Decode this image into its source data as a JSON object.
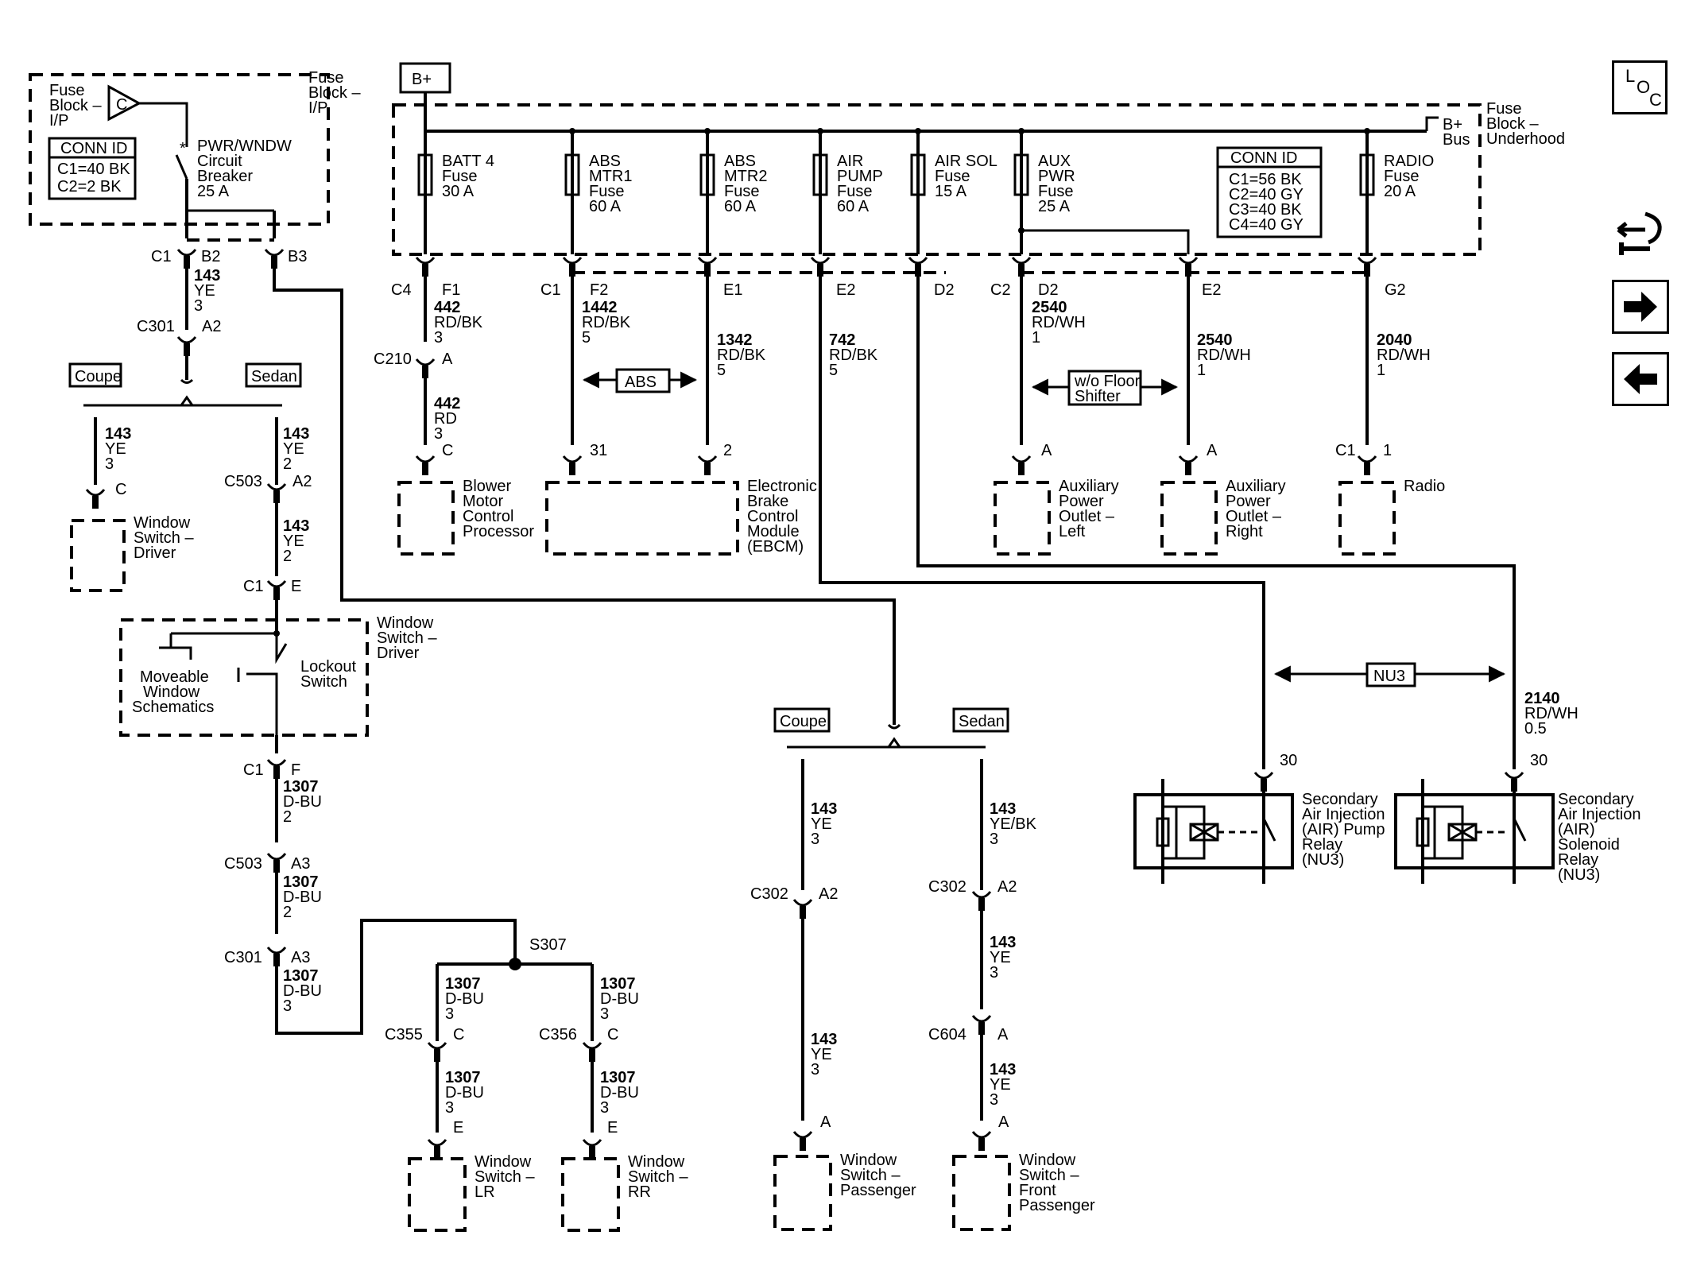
{
  "buttons": {
    "loc": "LOC",
    "loc_l": "L",
    "loc_o": "O",
    "loc_c": "C",
    "tools": "tools-icon",
    "forward": "arrow-right-icon",
    "back": "arrow-left-icon"
  },
  "ip_block": {
    "title1": "Fuse",
    "title2": "Block –",
    "title3": "I/P",
    "left1": "Fuse",
    "left2": "Block –",
    "left3": "I/P",
    "c_label": "C",
    "conn_title": "CONN ID",
    "c1": "C1=40 BK",
    "c2": "C2=2 BK",
    "breaker1": "PWR/WNDW",
    "breaker2": "Circuit",
    "breaker3": "Breaker",
    "breaker4": "25 A"
  },
  "bplus": "B+",
  "underhood": {
    "title1": "Fuse",
    "title2": "Block –",
    "title3": "Underhood",
    "bus1": "B+",
    "bus2": "Bus",
    "conn_title": "CONN ID",
    "c1": "C1=56 BK",
    "c2": "C2=40 GY",
    "c3": "C3=40 BK",
    "c4": "C4=40 GY",
    "fuses": [
      {
        "l1": "BATT 4",
        "l2": "Fuse",
        "l3": "30 A"
      },
      {
        "l1": "ABS",
        "l2": "MTR1",
        "l3": "Fuse",
        "l4": "60 A"
      },
      {
        "l1": "ABS",
        "l2": "MTR2",
        "l3": "Fuse",
        "l4": "60 A"
      },
      {
        "l1": "AIR",
        "l2": "PUMP",
        "l3": "Fuse",
        "l4": "60 A"
      },
      {
        "l1": "AIR SOL",
        "l2": "Fuse",
        "l3": "15 A"
      },
      {
        "l1": "AUX",
        "l2": "PWR",
        "l3": "Fuse",
        "l4": "25 A"
      },
      {
        "l1": "RADIO",
        "l2": "Fuse",
        "l3": "20 A"
      }
    ]
  },
  "conn": {
    "C1": "C1",
    "B2": "B2",
    "B3": "B3",
    "C301": "C301",
    "A2": "A2",
    "C4": "C4",
    "F1": "F1",
    "F2": "F2",
    "E1": "E1",
    "E2": "E2",
    "D2": "D2",
    "C2": "C2",
    "G2": "G2",
    "C210": "C210",
    "A": "A",
    "C": "C",
    "C503": "C503",
    "E": "E",
    "F": "F",
    "A3": "A3",
    "S307": "S307",
    "C355": "C355",
    "C356": "C356",
    "C302": "C302",
    "C604": "C604",
    "n31": "31",
    "n2": "2",
    "n1": "1",
    "n30": "30"
  },
  "wires": {
    "w143": "143",
    "ye": "YE",
    "g3": "3",
    "g2": "2",
    "g5": "5",
    "g1": "1",
    "g05": "0.5",
    "w442": "442",
    "rdbk": "RD/BK",
    "rd": "RD",
    "w1442": "1442",
    "w1342": "1342",
    "w742": "742",
    "w2540": "2540",
    "rdwh": "RD/WH",
    "w2040": "2040",
    "w2140": "2140",
    "w1307": "1307",
    "dbu": "D-BU",
    "yebk": "YE/BK"
  },
  "variants": {
    "coupe": "Coupe",
    "sedan": "Sedan",
    "abs": "ABS",
    "floor1": "w/o Floor",
    "floor2": "Shifter",
    "nu3": "NU3"
  },
  "components": {
    "blower": [
      "Blower",
      "Motor",
      "Control",
      "Processor"
    ],
    "ebcm": [
      "Electronic",
      "Brake",
      "Control",
      "Module",
      "(EBCM)"
    ],
    "aux_left": [
      "Auxiliary",
      "Power",
      "Outlet –",
      "Left"
    ],
    "aux_right": [
      "Auxiliary",
      "Power",
      "Outlet –",
      "Right"
    ],
    "radio": [
      "Radio"
    ],
    "ws_driver_top": [
      "Window",
      "Switch –",
      "Driver"
    ],
    "ws_driver": [
      "Window",
      "Switch –",
      "Driver"
    ],
    "moveable": [
      "Moveable",
      "Window",
      "Schematics"
    ],
    "lockout": [
      "Lockout",
      "Switch"
    ],
    "ws_lr": [
      "Window",
      "Switch –",
      "LR"
    ],
    "ws_rr": [
      "Window",
      "Switch –",
      "RR"
    ],
    "ws_pass": [
      "Window",
      "Switch –",
      "Passenger"
    ],
    "ws_front": [
      "Window",
      "Switch –",
      "Front",
      "Passenger"
    ],
    "air_pump": [
      "Secondary",
      "Air Injection",
      "(AIR) Pump",
      "Relay",
      "(NU3)"
    ],
    "air_sol": [
      "Secondary",
      "Air Injection",
      "(AIR)",
      "Solenoid",
      "Relay",
      "(NU3)"
    ]
  }
}
